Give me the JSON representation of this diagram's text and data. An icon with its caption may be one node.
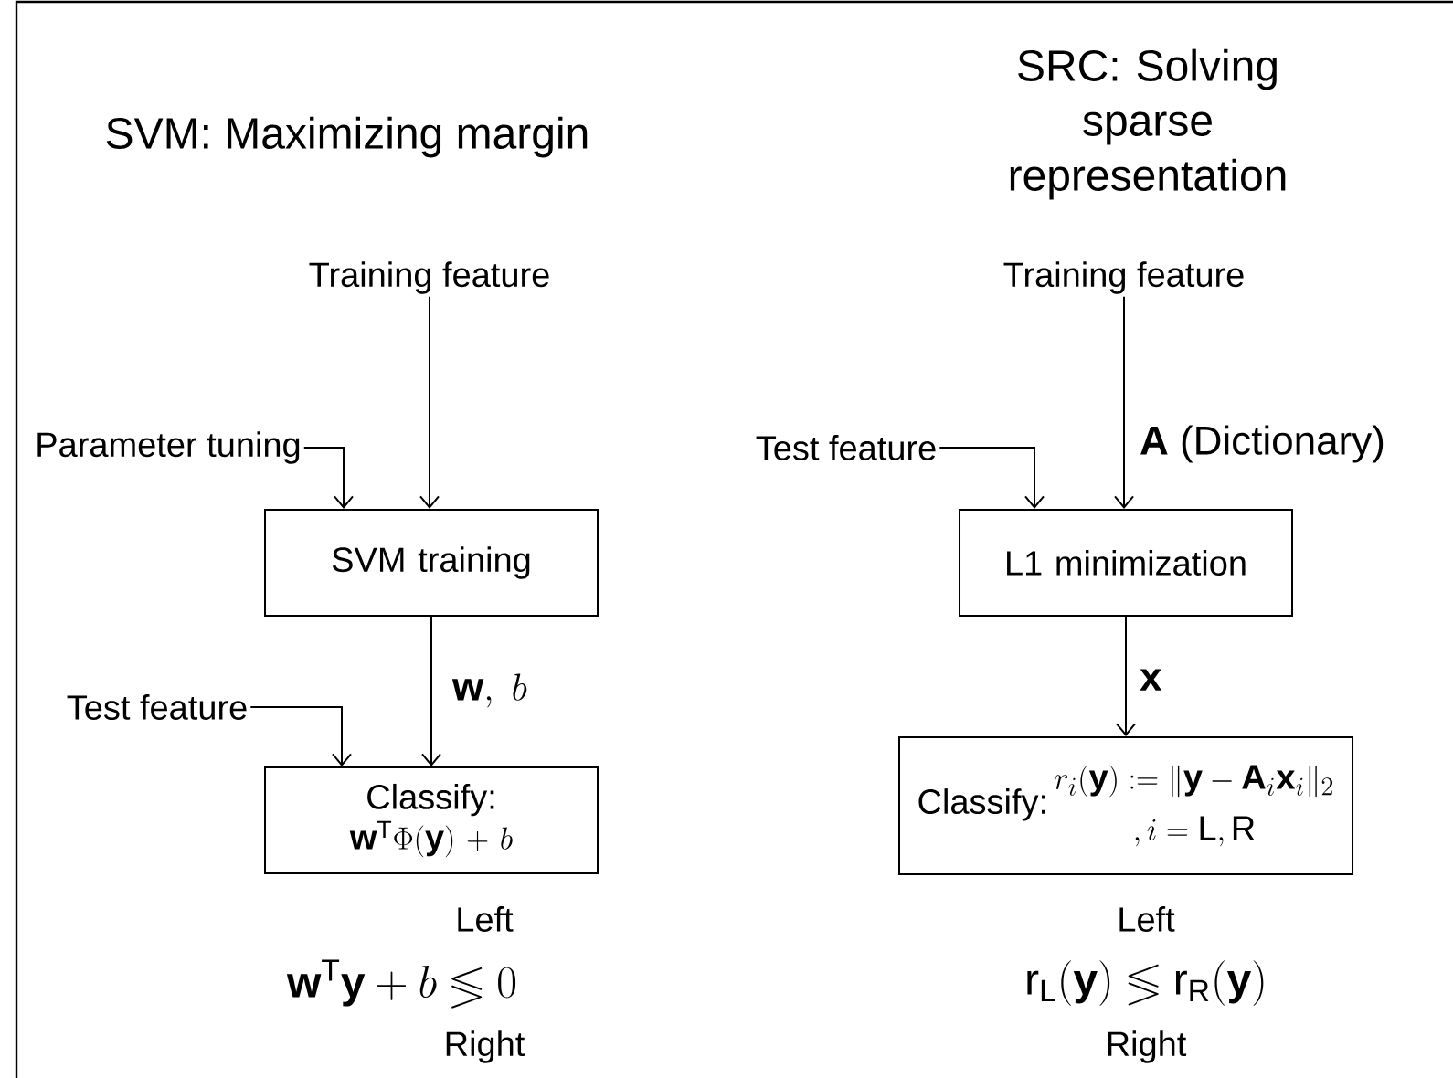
{
  "diagram": {
    "nodes": [
      {
        "text": [
          "Training feature"
        ]
      },
      {
        "text": [
          "Parameter tuning"
        ]
      },
      {
        "text": [
          "SVM training"
        ]
      },
      {
        "text": [
          "Test feature"
        ]
      },
      {
        "text": [
          "Classify:",
          "\\mathbf{w}^{\\mathrm{T}}\\Phi(\\mathbf{y})+b"
        ]
      },
      {
        "text": [
          "Training feature"
        ]
      },
      {
        "text": [
          "Test feature"
        ]
      },
      {
        "text": [
          "L1 minimization"
        ]
      },
      {
        "text": [
          "Classify:",
          "r_i(\\mathbf{y}) := \\|\\mathbf{y}-\\mathbf{A}_i\\mathbf{x}_i\\|_2",
          ", i = \\mathrm{L},\\mathrm{R}"
        ]
      }
    ],
    "edges": [
      {
        "from": 0,
        "to": 2,
        "arrow": "to"
      },
      {
        "from": 1,
        "to": 2,
        "arrow": "to"
      },
      {
        "from": 2,
        "to": 4,
        "arrow": "to",
        "label": "\\mathbf{w},\\ b"
      },
      {
        "from": 3,
        "to": 4,
        "arrow": "to"
      },
      {
        "from": 5,
        "to": 7,
        "arrow": "to",
        "label": "**A** (Dictionary)"
      },
      {
        "from": 6,
        "to": 7,
        "arrow": "to"
      },
      {
        "from": 7,
        "to": 8,
        "arrow": "to",
        "label": "x"
      }
    ],
    "labels": [
      "SVM: Maximizing margin",
      "SRC: Solving sparse representation",
      "Left",
      "\\mathbf{w}^{\\mathrm{T}}\\mathbf{y}+b \\lessgtr 0",
      "Right",
      "Left",
      "\\mathrm{r}_{\\mathrm{L}}(\\mathbf{y}) \\lessgtr \\mathrm{r}_{\\mathrm{R}}(\\mathbf{y})",
      "Right"
    ]
  }
}
